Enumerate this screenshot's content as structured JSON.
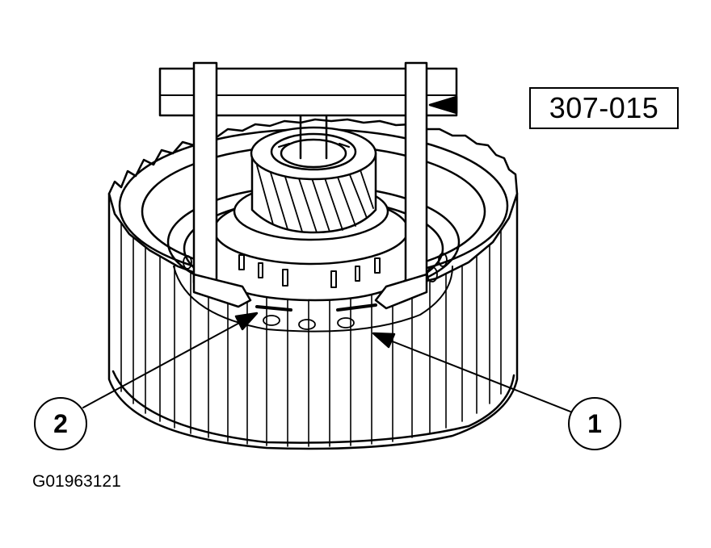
{
  "figure": {
    "tool_number": "307-015",
    "figure_id": "G01963121",
    "callouts": [
      {
        "label": "2"
      },
      {
        "label": "1"
      }
    ]
  },
  "colors": {
    "line": "#000000",
    "background": "#ffffff"
  }
}
